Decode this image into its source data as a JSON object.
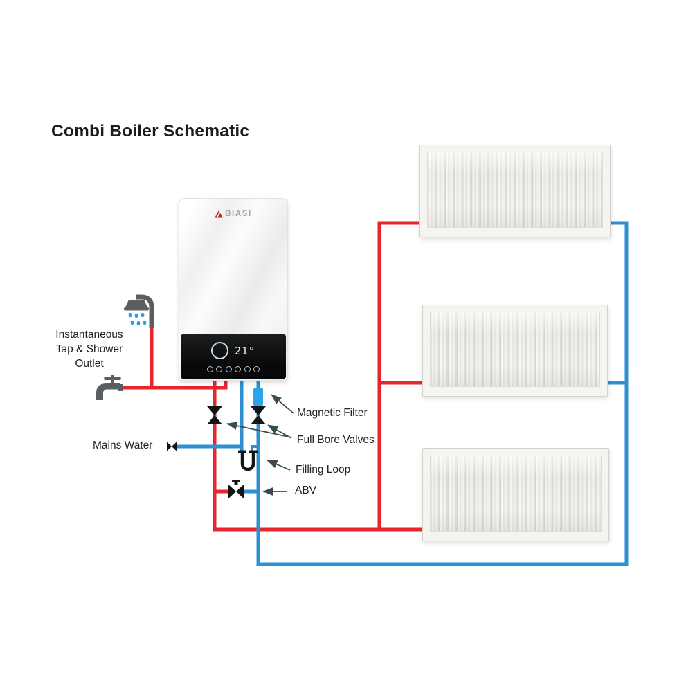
{
  "title": "Combi Boiler Schematic",
  "boiler": {
    "brand": "BIASI",
    "display_reading": "21°"
  },
  "radiators": {
    "count": 3
  },
  "labels": {
    "outlet_line1": "Instantaneous",
    "outlet_line2": "Tap & Shower",
    "outlet_line3": "Outlet",
    "mains_water": "Mains Water",
    "magnetic_filter": "Magnetic Filter",
    "full_bore_valves": "Full Bore Valves",
    "filling_loop": "Filling Loop",
    "abv": "ABV"
  },
  "colors": {
    "hot_flow_pipe": "#e5262d",
    "cold_return_pipe": "#2e8fd1",
    "magnetic_filter": "#2da4e8",
    "valves_and_loop": "#141414",
    "arrows": "#3a4a53",
    "icon_gray": "#5a5e61",
    "water_drops": "#2b9fe0",
    "text": "#1e2227"
  }
}
